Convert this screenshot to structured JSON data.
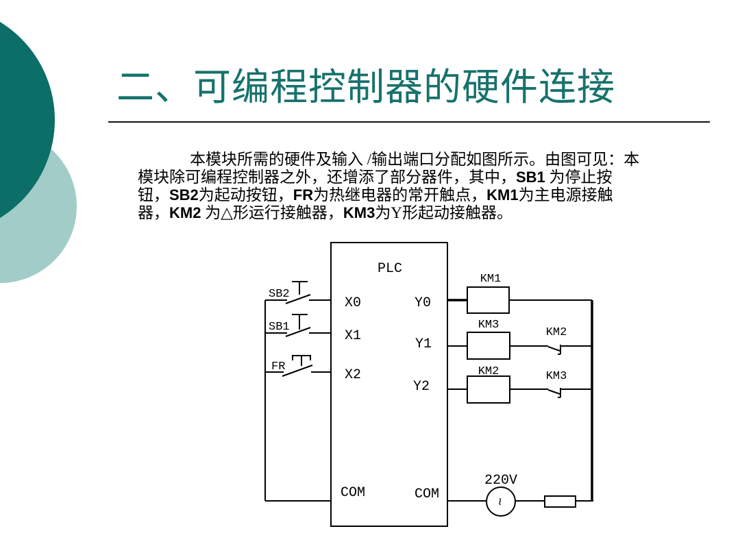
{
  "slide": {
    "title": "二、可编程控制器的硬件连接",
    "body_lines": [
      [
        "本模块所需的硬件及输入 /输出端口分配如图所示。由图可见：本"
      ],
      [
        "模块除可编程控制器之外，还增添了部分器件，其中，",
        "SB1",
        " 为停止按"
      ],
      [
        "钮，",
        "SB2",
        "为起动按钮，",
        "FR",
        "为热继电器的常开触点，",
        "KM1",
        "为主电源接触"
      ],
      [
        "器，",
        "KM2",
        " 为△形运行接触器，",
        "KM3",
        "为Y形起动接触器。"
      ]
    ]
  },
  "diagram": {
    "plc_label": "PLC",
    "inputs": [
      "X0",
      "X1",
      "X2"
    ],
    "input_com": "COM",
    "outputs": [
      "Y0",
      "Y1",
      "Y2"
    ],
    "output_com": "COM",
    "input_devices": [
      "SB2",
      "SB1",
      "FR"
    ],
    "coils": [
      "KM1",
      "KM3",
      "KM2"
    ],
    "series_contacts": [
      "KM2",
      "KM3"
    ],
    "supply": "220V",
    "ac_symbol": "~"
  },
  "colors": {
    "title_teal": "#17726c",
    "circle_dark": "#0b6e67",
    "circle_light": "#a2ccc8",
    "line_black": "#000000"
  }
}
